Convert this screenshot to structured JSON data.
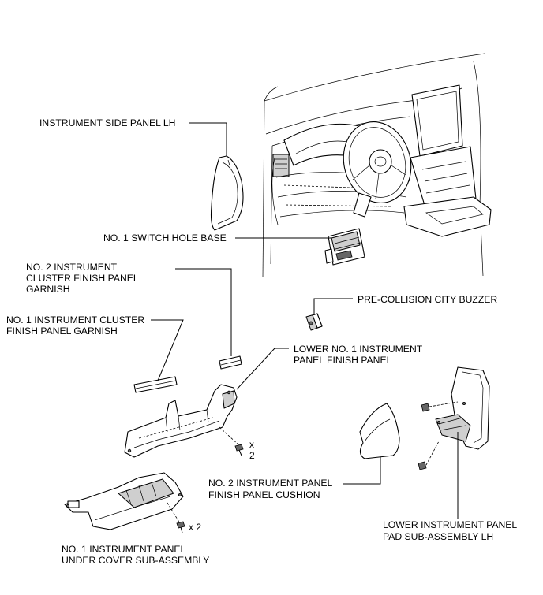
{
  "labels": {
    "instrument_side_panel_lh": "INSTRUMENT SIDE PANEL LH",
    "switch_hole_base": "NO. 1 SWITCH HOLE BASE",
    "no2_cluster_garnish": [
      "NO. 2 INSTRUMENT",
      "CLUSTER FINISH PANEL",
      "GARNISH"
    ],
    "no1_cluster_garnish": [
      "NO. 1 INSTRUMENT CLUSTER",
      "FINISH PANEL GARNISH"
    ],
    "pre_collision_buzzer": "PRE-COLLISION CITY BUZZER",
    "lower_no1_finish_panel": [
      "LOWER NO. 1 INSTRUMENT",
      "PANEL FINISH PANEL"
    ],
    "no2_finish_panel_cushion": [
      "NO. 2 INSTRUMENT PANEL",
      "FINISH PANEL CUSHION"
    ],
    "lower_pad_subassembly": [
      "LOWER INSTRUMENT PANEL",
      "PAD SUB-ASSEMBLY LH"
    ],
    "under_cover_subassembly": [
      "NO. 1 INSTRUMENT PANEL",
      "UNDER COVER SUB-ASSEMBLY"
    ]
  },
  "quantities": {
    "finish_panel_screws": [
      "x",
      "2"
    ],
    "under_cover_screws": "x 2"
  },
  "colors": {
    "line": "#000000",
    "part_fill": "#ffffff",
    "shade_fill": "#cfcfcf"
  }
}
